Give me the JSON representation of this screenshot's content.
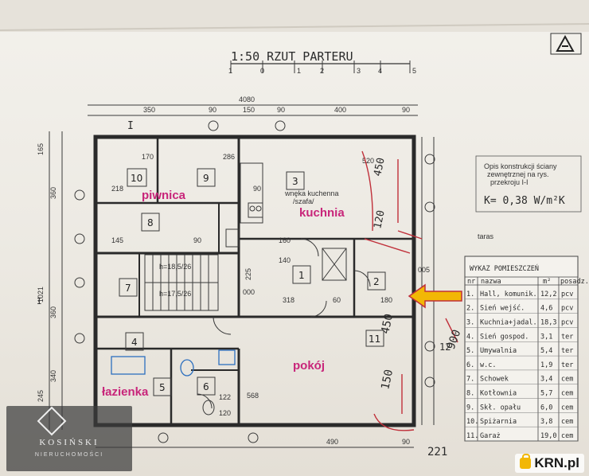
{
  "plan": {
    "header": "1:50   RZUT PARTERU",
    "scale_ticks": [
      "1",
      "0",
      "1",
      "2",
      "3",
      "4",
      "5"
    ],
    "dims_top": [
      "4080",
      "350",
      "90",
      "150",
      "90",
      "400",
      "90"
    ],
    "dims_inner": [
      "170",
      "286",
      "520",
      "90"
    ],
    "dims_bottom": [
      "568",
      "490",
      "90"
    ],
    "dims_left": [
      "165",
      "360",
      "1021",
      "360",
      "340",
      "245"
    ],
    "dims_misc": [
      "218",
      "145",
      "90",
      "160",
      "140",
      "225",
      "318",
      "60",
      "180",
      "000",
      "005",
      "122",
      "120"
    ],
    "stair_labels": [
      "h=18,5/26",
      "h=17,5/26"
    ],
    "room_numbers": [
      "10",
      "9",
      "3",
      "8",
      "1",
      "2",
      "7",
      "4",
      "5",
      "6",
      "11"
    ],
    "kitchen_note": [
      "wnęka kuchenna",
      "/szafa/"
    ],
    "room_labels": {
      "piwnica": "piwnica",
      "kuchnia": "kuchnia",
      "pokoj": "pokój",
      "lazienka": "łazienka"
    },
    "section_marker": "I",
    "taras": "taras",
    "construction_note": [
      "Opis konstrukcji ściany",
      "zewnętrznej na rys.",
      "przekroju  I-I"
    ],
    "k_value": "K= 0,38 W/m²K",
    "handwritten": [
      "450",
      "120",
      "450",
      "150",
      "900",
      "12",
      "221"
    ]
  },
  "room_table": {
    "title": "WYKAZ POMIESZCZEŃ",
    "headers": [
      "nr",
      "nazwa",
      "m²",
      "posadz."
    ],
    "rows": [
      [
        "1.",
        "Hall, komunik.",
        "12,2",
        "pcv"
      ],
      [
        "2.",
        "Sień wejść.",
        "4,6",
        "pcv"
      ],
      [
        "3.",
        "Kuchnia+jadal.",
        "18,3",
        "pcv"
      ],
      [
        "4.",
        "Sień gospod.",
        "3,1",
        "ter"
      ],
      [
        "5.",
        "Umywalnia",
        "5,4",
        "ter"
      ],
      [
        "6.",
        "w.c.",
        "1,9",
        "ter"
      ],
      [
        "7.",
        "Schowek",
        "3,4",
        "cem"
      ],
      [
        "8.",
        "Kotłownia",
        "5,7",
        "cem"
      ],
      [
        "9.",
        "Skł. opału",
        "6,0",
        "cem"
      ],
      [
        "10.",
        "Spiżarnia",
        "3,8",
        "cem"
      ],
      [
        "11.",
        "Garaż",
        "19,0",
        "cem"
      ]
    ]
  },
  "watermark": {
    "name": "KOSIŃSKI",
    "sub": "NIERUCHOMOŚCI"
  },
  "badge": {
    "text": "KRN.pl"
  },
  "colors": {
    "overlay": "#c8257a",
    "arrow_fill": "#f2b705",
    "arrow_stroke": "#c0303a",
    "ink": "#2a2a2a"
  }
}
